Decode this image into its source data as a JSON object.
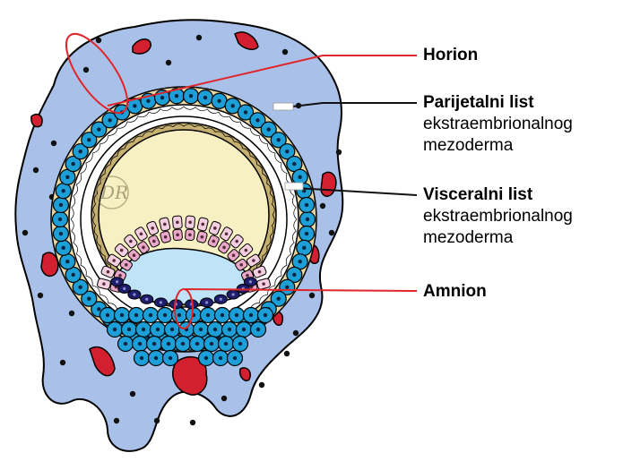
{
  "labels": {
    "chorion": {
      "bold": "Horion"
    },
    "parietal": {
      "bold": "Parijetalni list",
      "line2": "ekstraembrionalnog",
      "line3": "mezoderma"
    },
    "visceral": {
      "bold": "Visceralni list",
      "line2": "ekstraembrionalnog",
      "line3": "mezoderma"
    },
    "amnion": {
      "bold": "Amnion"
    }
  },
  "watermark": "DR",
  "colors": {
    "decidua": "#a9c1e8",
    "cell_blue": "#1c9ed6",
    "cell_nucleus": "#0b2440",
    "yolk_sac": "#f6f0c2",
    "mesoderm_band": "#c7b171",
    "epiblast": "#f4cfe0",
    "hypoblast_dark": "#1d1d6b",
    "amniotic_cavity": "#bfe3f8",
    "blood": "#d32030",
    "pointer_red": "#e0262b",
    "pointer_black": "#111111"
  }
}
